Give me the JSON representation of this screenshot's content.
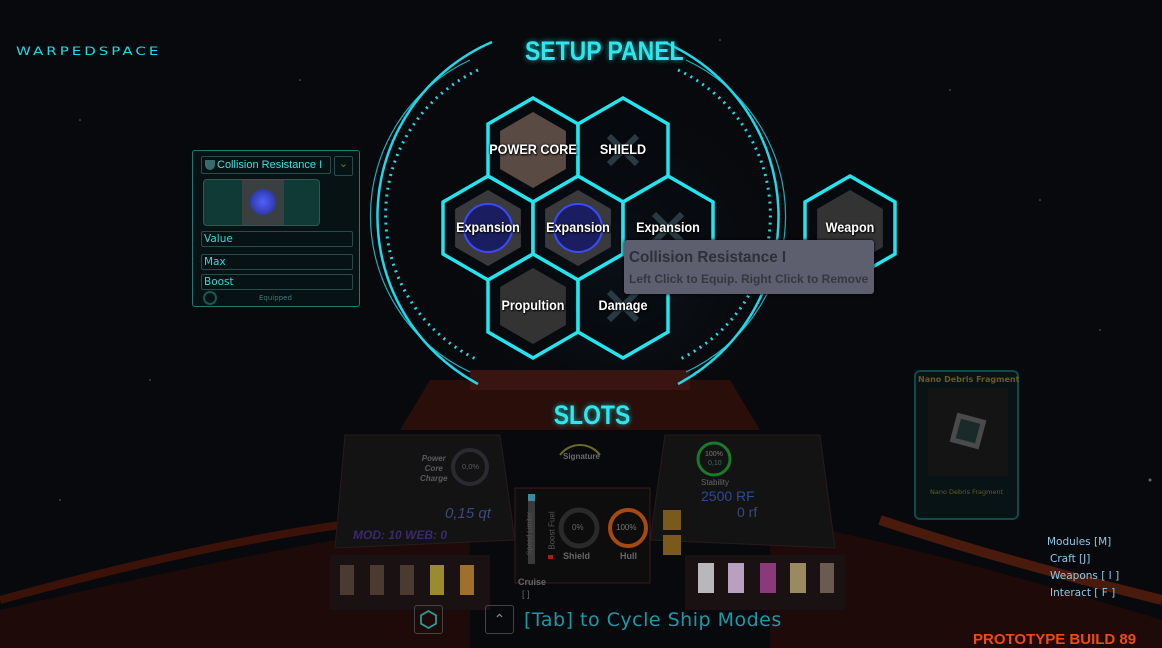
{
  "app": {
    "logo": "WARPEDSPACE",
    "build": "PROTOTYPE BUILD 89"
  },
  "setup_panel": {
    "title": "SETUP PANEL",
    "slots_title": "SLOTS",
    "slots": [
      {
        "label": "POWER CORE",
        "icon": "power-core-module",
        "filled": true
      },
      {
        "label": "SHIELD",
        "icon": "empty-x",
        "filled": false
      },
      {
        "label": "Expansion",
        "icon": "expansion-module",
        "filled": true
      },
      {
        "label": "Expansion",
        "icon": "expansion-module",
        "filled": true
      },
      {
        "label": "Expansion",
        "icon": "empty-x",
        "filled": false
      },
      {
        "label": "Propultion",
        "icon": "propulsion-module",
        "filled": true
      },
      {
        "label": "Damage",
        "icon": "empty-x",
        "filled": false
      },
      {
        "label": "Weapon",
        "icon": "weapon-module",
        "filled": true
      }
    ],
    "accent": "#2fe6ee"
  },
  "tooltip": {
    "title": "Collision Resistance I",
    "hint": "Left Click to Equip. Right Click to Remove"
  },
  "module_panel": {
    "selected": "Collision Resistance I",
    "fields": {
      "value": "Value",
      "max": "Max",
      "boost": "Boost"
    },
    "status": "Equipped"
  },
  "pickup_card": {
    "title": "Nano Debris Fragment",
    "caption": "Nano Debris Fragment"
  },
  "keybinds": [
    "Modules [M]",
    "Craft  [J]",
    "Weapons [ I ]",
    "Interact [ F ]"
  ],
  "dashboard": {
    "power_core_label": [
      "Power",
      "Core",
      "Charge"
    ],
    "power_core_charge": "0,0%",
    "quantity": "0,15 qt",
    "mod_web": "MOD: 10 WEB: 0",
    "signature": "Signature",
    "speed_limiter": "Speed Limiter",
    "boost_fuel": "Boost Fuel",
    "shield_pct": "0%",
    "shield_label": "Shield",
    "hull_pct": "100%",
    "hull_label": "Hull",
    "stability_pct": "100%",
    "stability_val": "0,10",
    "stability_label": "Stability",
    "rf_total": "2500 RF",
    "rf_current": "0 rf",
    "cruise_label": "Cruise",
    "cruise_value": "[    ]"
  },
  "bottom_bar": {
    "hint": "[Tab] to Cycle Ship Modes"
  }
}
